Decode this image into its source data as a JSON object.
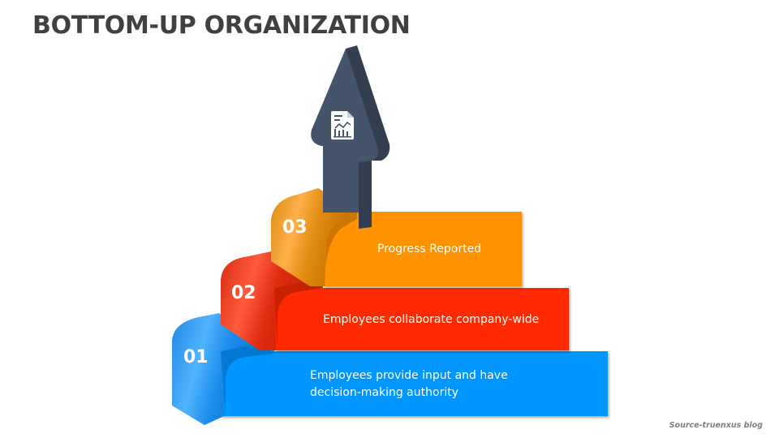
{
  "slide": {
    "title": "BOTTOM-UP ORGANIZATION",
    "source": "Source-truenxus blog"
  },
  "steps": [
    {
      "number": "01",
      "text_line1": "Employees provide input and have",
      "text_line2": "decision-making authority",
      "color": "#0096FF",
      "side_color": "#0077D0"
    },
    {
      "number": "02",
      "text_line1": "Employees collaborate company-wide",
      "color": "#FF2A00",
      "side_color": "#C42000"
    },
    {
      "number": "03",
      "text_line1": "Progress Reported",
      "color": "#FF9200",
      "side_color": "#C97300"
    }
  ],
  "arrow": {
    "color": "#44546A",
    "side_color": "#333F50",
    "icon": "report-chart-icon"
  }
}
